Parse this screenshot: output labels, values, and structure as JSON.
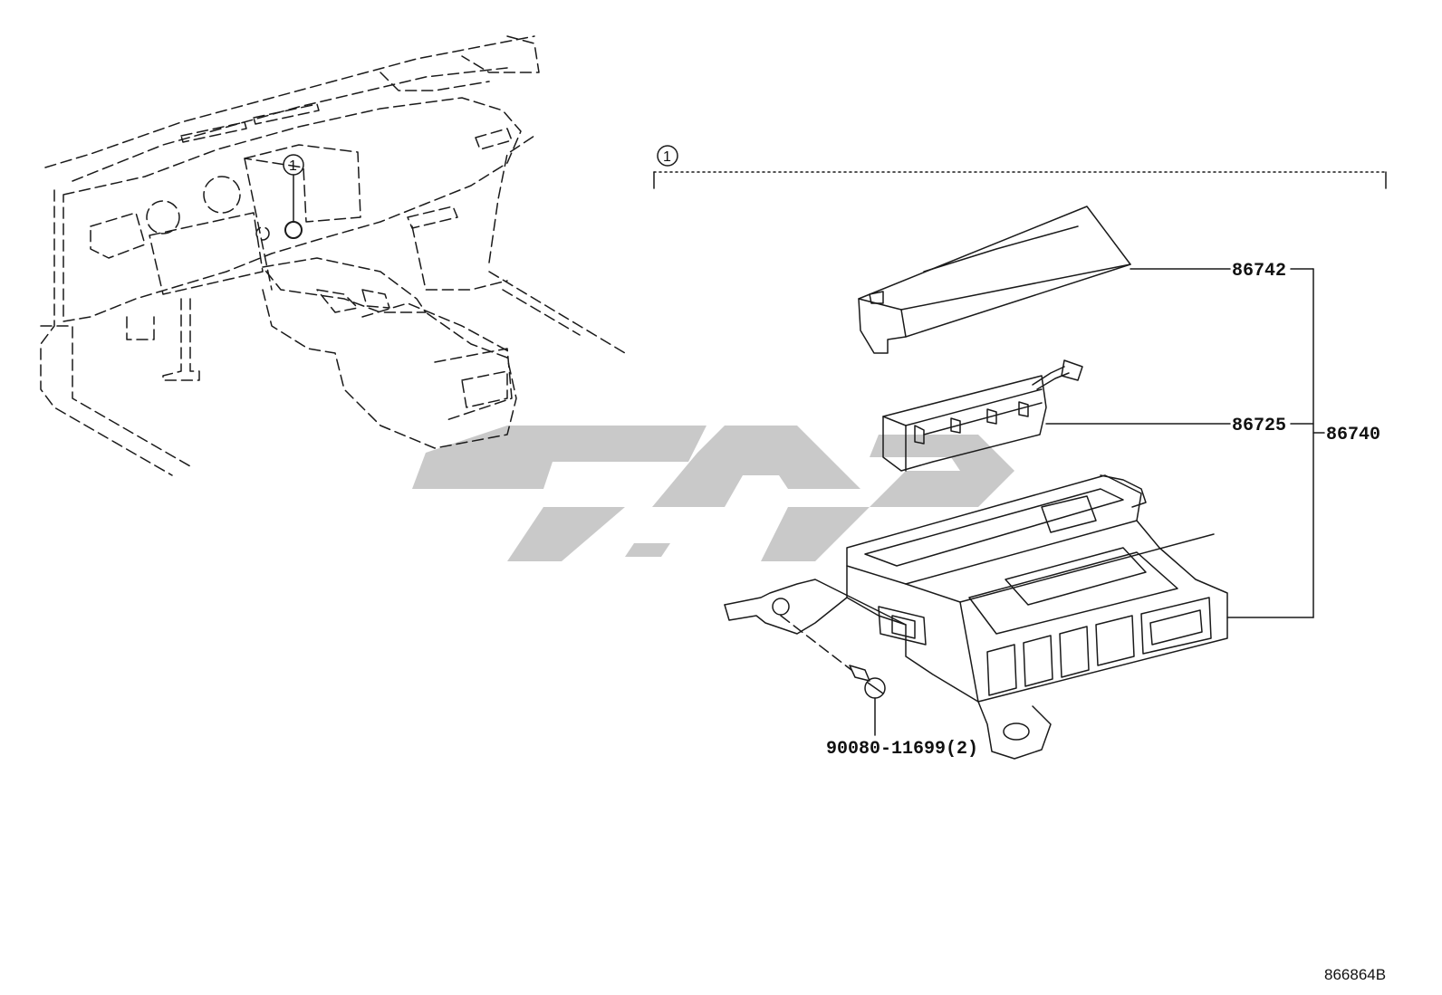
{
  "callout": {
    "ref_number": "1",
    "highlight_marker": "circle"
  },
  "parts": [
    {
      "number": "86742"
    },
    {
      "number": "86725"
    },
    {
      "number": "86740"
    },
    {
      "number": "90080-11699(2)"
    }
  ],
  "figure_code": "866864B",
  "watermark": {
    "color": "#c9c9c9"
  }
}
